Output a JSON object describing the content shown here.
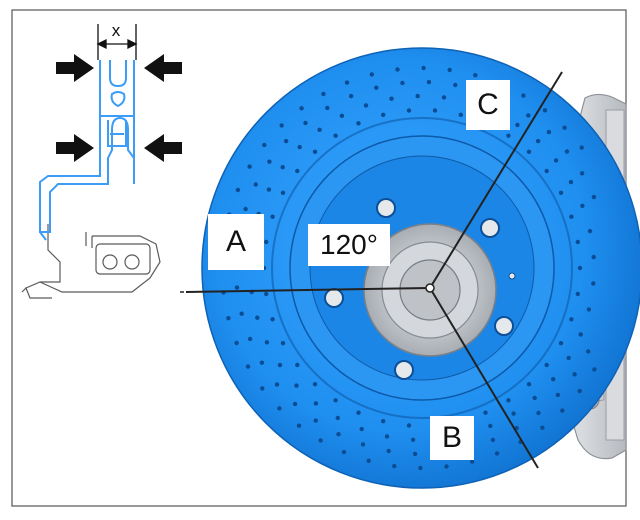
{
  "labels": {
    "a": "A",
    "b": "B",
    "c": "C",
    "angle": "120°",
    "x": "x"
  },
  "colors": {
    "disc_blue": "#1f8ff0",
    "disc_blue_dark": "#0f6fcd",
    "drawing_blue": "#3d9cf5",
    "caliper_gray": "#cfd2d6",
    "line_dark": "#222222",
    "frame": "#555555"
  },
  "icons": [
    "arrow-right-icon",
    "arrow-left-icon"
  ]
}
